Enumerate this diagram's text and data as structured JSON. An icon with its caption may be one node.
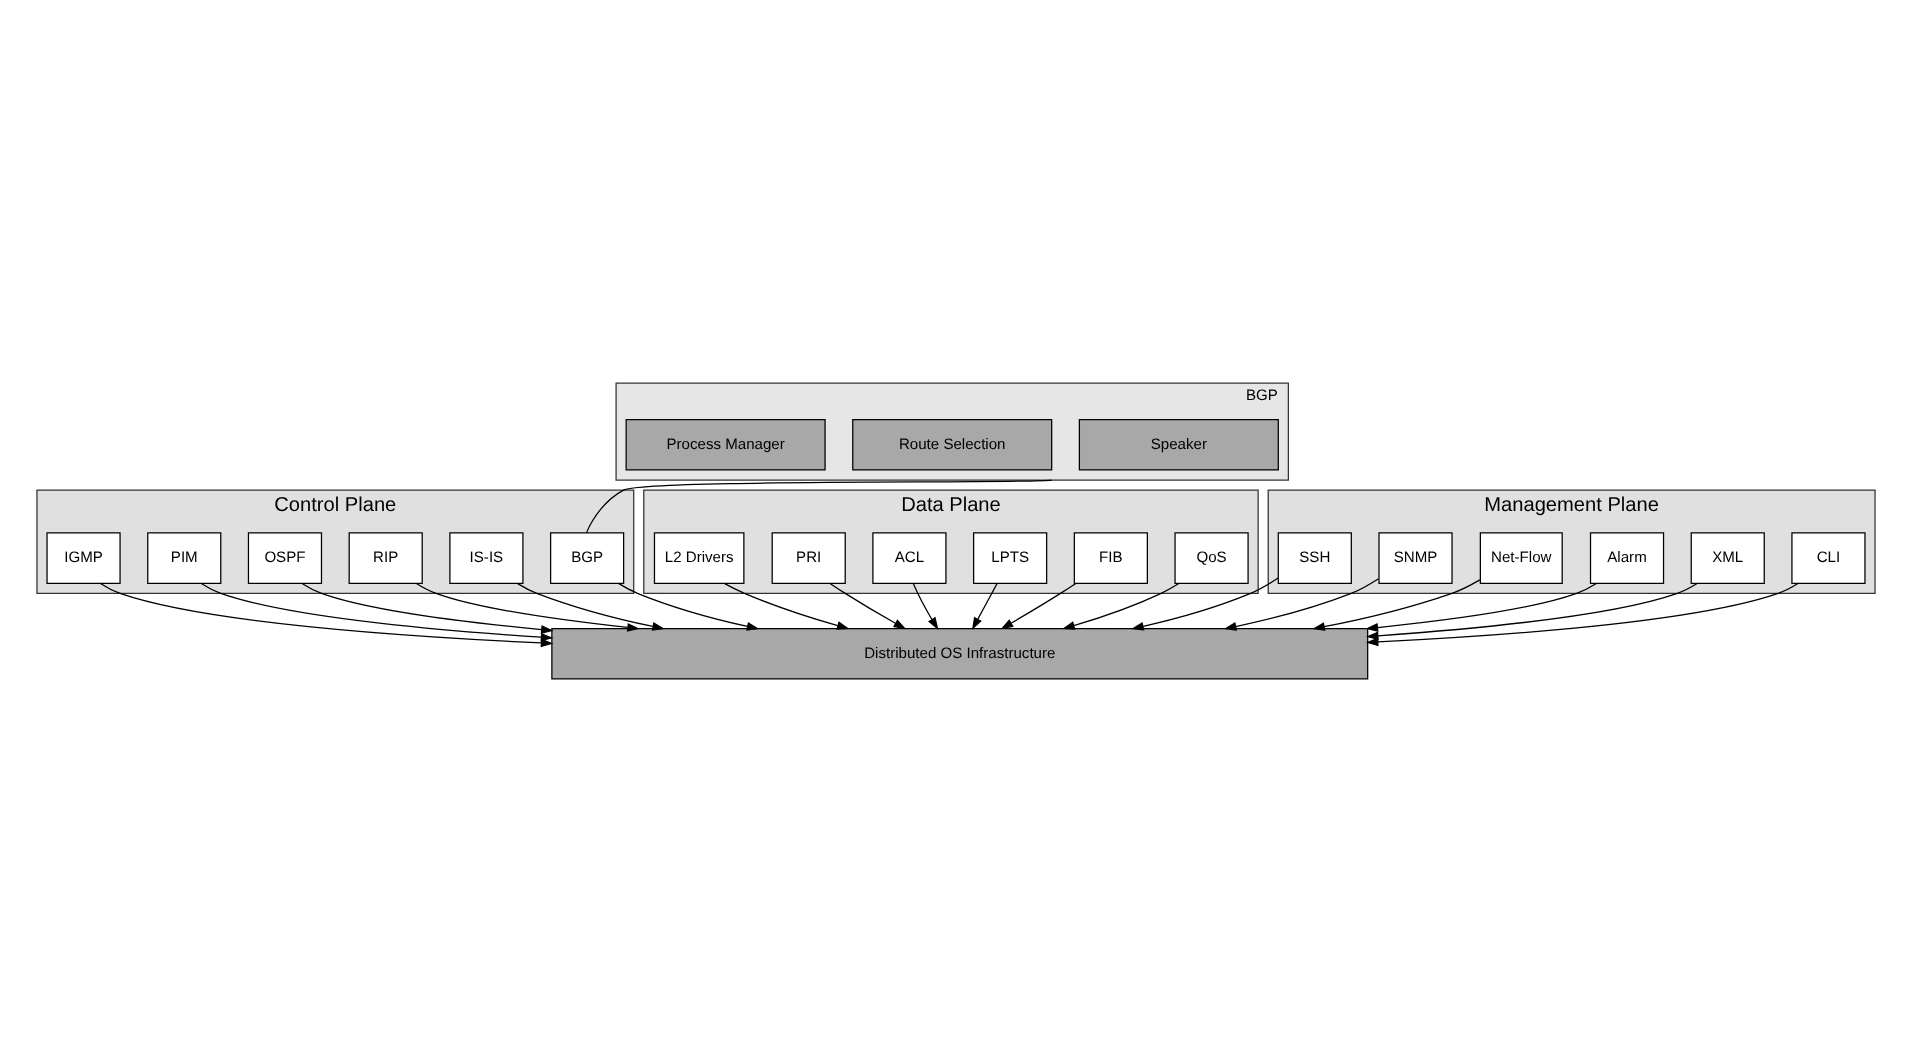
{
  "diagram": {
    "nodes": [
      {
        "text": [
          "BGP"
        ]
      },
      {
        "text": [
          "Speaker"
        ],
        "in": 0
      },
      {
        "text": [
          "Route Selection"
        ],
        "in": 0
      },
      {
        "text": [
          "Process Manager"
        ],
        "in": 0
      },
      {
        "text": [
          "Control Plane"
        ]
      },
      {
        "text": [
          "BGP"
        ],
        "in": 4
      },
      {
        "text": [
          "IS-IS"
        ],
        "in": 4
      },
      {
        "text": [
          "RIP"
        ],
        "in": 4
      },
      {
        "text": [
          "Data Plane"
        ]
      },
      {
        "text": [
          "QoS"
        ],
        "in": 8
      },
      {
        "text": [
          "FIB"
        ],
        "in": 8
      },
      {
        "text": [
          "LPTS"
        ],
        "in": 8
      },
      {
        "text": [
          "Management Plane"
        ]
      },
      {
        "text": [
          "CLI"
        ],
        "in": 12
      },
      {
        "text": [
          "XML"
        ],
        "in": 12
      },
      {
        "text": [
          "Alarm"
        ],
        "in": 12
      },
      {
        "text": [
          "Distributed OS Infrastructure"
        ]
      },
      {
        "text": [
          "OSPF"
        ],
        "in": 4
      },
      {
        "text": [
          "PIM"
        ],
        "in": 4
      },
      {
        "text": [
          "IGMP"
        ],
        "in": 4
      },
      {
        "text": [
          "ACL"
        ],
        "in": 8
      },
      {
        "text": [
          "PRI"
        ],
        "in": 8
      },
      {
        "text": [
          "L2 Drivers"
        ],
        "in": 8
      },
      {
        "text": [
          "Net-Flow"
        ],
        "in": 12
      },
      {
        "text": [
          "SNMP"
        ],
        "in": 12
      },
      {
        "text": [
          "SSH"
        ],
        "in": 12
      }
    ],
    "edges": [
      {
        "from": 5,
        "to": 0,
        "arrow": "none"
      },
      {
        "from": 5,
        "to": 16,
        "arrow": "to"
      },
      {
        "from": 6,
        "to": 16,
        "arrow": "to"
      },
      {
        "from": 7,
        "to": 16,
        "arrow": "to"
      },
      {
        "from": 9,
        "to": 16,
        "arrow": "to"
      },
      {
        "from": 10,
        "to": 16,
        "arrow": "to"
      },
      {
        "from": 11,
        "to": 16,
        "arrow": "to"
      },
      {
        "from": 13,
        "to": 16,
        "arrow": "to"
      },
      {
        "from": 14,
        "to": 16,
        "arrow": "to"
      },
      {
        "from": 15,
        "to": 16,
        "arrow": "to"
      },
      {
        "from": 17,
        "to": 16,
        "arrow": "to"
      },
      {
        "from": 18,
        "to": 16,
        "arrow": "to"
      },
      {
        "from": 19,
        "to": 16,
        "arrow": "to"
      },
      {
        "from": 20,
        "to": 16,
        "arrow": "to"
      },
      {
        "from": 21,
        "to": 16,
        "arrow": "to"
      },
      {
        "from": 22,
        "to": 16,
        "arrow": "to"
      },
      {
        "from": 23,
        "to": 16,
        "arrow": "to"
      },
      {
        "from": 24,
        "to": 16,
        "arrow": "to"
      },
      {
        "from": 25,
        "to": 16,
        "arrow": "to"
      }
    ]
  }
}
